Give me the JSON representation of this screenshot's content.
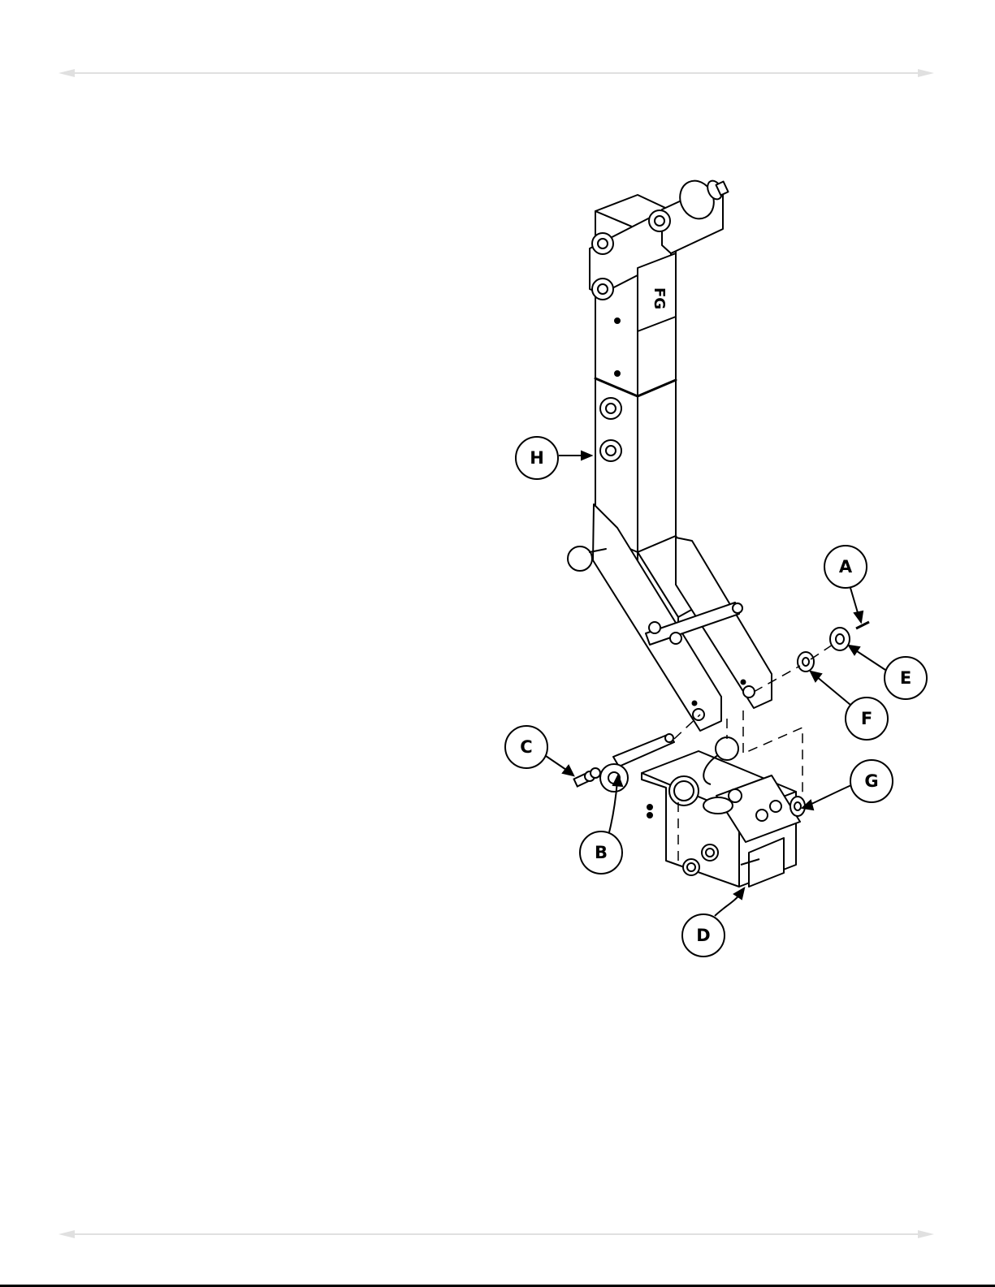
{
  "callouts": {
    "a": "A",
    "b": "B",
    "c": "C",
    "d": "D",
    "e": "E",
    "f": "F",
    "g": "G",
    "h": "H"
  },
  "logo_text": "FG",
  "colors": {
    "line": "#000000",
    "guide": "#e0e0e0",
    "background": "#ffffff"
  }
}
